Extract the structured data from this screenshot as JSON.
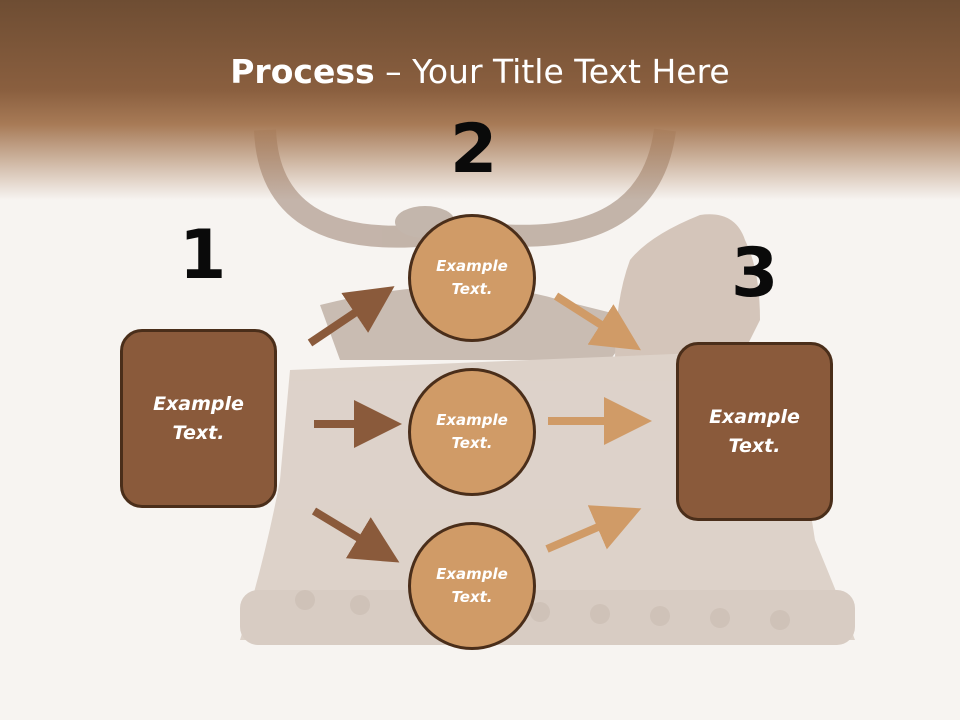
{
  "title": {
    "bold": "Process",
    "rest": " – Your Title Text Here"
  },
  "steps": {
    "one": {
      "number": "1",
      "text": "Example Text."
    },
    "two": {
      "number": "2",
      "circles": [
        "Example Text.",
        "Example Text.",
        "Example Text."
      ]
    },
    "three": {
      "number": "3",
      "text": "Example Text."
    }
  },
  "colors": {
    "header": "#7a5439",
    "box_fill": "#8a5a3b",
    "circle_fill": "#d09b67",
    "arrow_dark": "#8a5a3b",
    "arrow_light": "#d09b67",
    "outline": "#4a2e1a"
  }
}
